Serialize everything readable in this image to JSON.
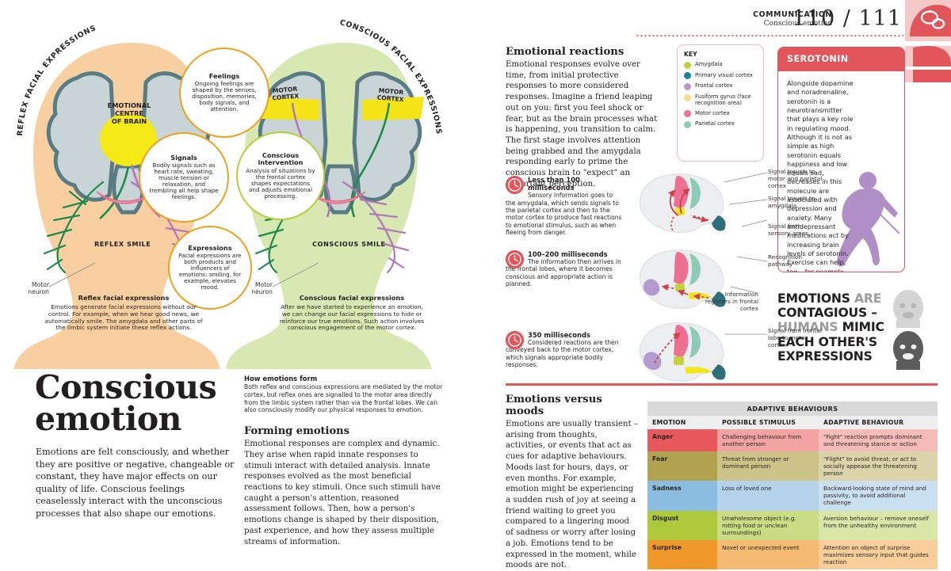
{
  "runhead": {
    "section": "COMMUNICATION",
    "subsection": "Conscious emotion",
    "folio": "110 / 111"
  },
  "left": {
    "arc_labels": {
      "reflex": "REFLEX FACIAL EXPRESSIONS",
      "conscious": "CONSCIOUS FACIAL EXPRESSIONS"
    },
    "brain_center_label": "EMOTIONAL\nCENTRE\nOF BRAIN",
    "brain_center_lines": [
      "EMOTIONAL",
      "CENTRE",
      "OF BRAIN"
    ],
    "motor_cortex_label": "MOTOR\nCORTEX",
    "motor_cortex_lines": [
      "MOTOR",
      "CORTEX"
    ],
    "reflex_smile": "REFLEX SMILE",
    "conscious_smile": "CONSCIOUS SMILE",
    "motor_neuron_label": "Motor\nneuron",
    "motor_neuron_lines": [
      "Motor",
      "neuron"
    ],
    "bubbles": [
      {
        "title": "Feelings",
        "body": "Ongoing feelings are shaped by the senses, disposition, memories, body signals, and attention."
      },
      {
        "title": "Signals",
        "body": "Bodily signals such as heart rate, sweating, muscle tension or relaxation, and trembling all help shape feelings."
      },
      {
        "title": "Expressions",
        "body": "Facial expressions are both products and influencers of emotions: smiling, for example, elevates mood."
      },
      {
        "title": "Conscious intervention",
        "body": "Analysis of situations by the frontal cortex shapes expectations and adjusts emotional processing."
      }
    ],
    "captions": [
      {
        "title": "Reflex facial expressions",
        "body": "Emotions generate facial expressions without our control. For example, when we hear good news, we automatically smile. The amygdala and other parts of the limbic system initiate these reflex actions."
      },
      {
        "title": "Conscious facial expressions",
        "body": "After we have started to experience an emotion, we can change our facial expressions to hide or reinforce our true emotions. Such action involves conscious engagement of the motor cortex."
      }
    ],
    "title_line1": "Conscious",
    "title_line2": "emotion",
    "standfirst": "Emotions are felt consciously, and whether they are positive or negative, changeable or constant, they have major effects on our quality of life. Conscious feelings ceaselessly interact with the unconscious processes that also shape our emotions.",
    "how_heading": "How emotions form",
    "how_body": "Both reflex and conscious expressions are mediated by the motor cortex, but reflex ones are signalled to the motor area directly from the limbic system rather than via the frontal lobes. We can also consciously modify our physical responses to emotion.",
    "forming_heading": "Forming emotions",
    "forming_body": "Emotional responses are complex and dynamic. They arise when rapid innate responses to stimuli interact with detailed analysis. Innate responses evolved as the most beneficial reactions to key stimuli. Once such stimuli have caught a person's attention, reasoned assessment follows. Then, how a person's emotions change is shaped by their disposition, past experience, and how they assess multiple streams of information."
  },
  "right": {
    "reactions_heading": "Emotional reactions",
    "reactions_body": "Emotional responses evolve over time, from initial protective responses to more considered responses. Imagine a friend leaping out on you: first you feel shock or fear, but as the brain processes what is happening, you transition to calm. The first stage involves attention being grabbed and the amygdala responding early to prime the conscious brain to \"expect\" an important perception.",
    "key": {
      "title": "KEY",
      "items": [
        {
          "label": "Amygdala",
          "color": "#c5d03f"
        },
        {
          "label": "Primary visual cortex",
          "color": "#16879b"
        },
        {
          "label": "Frontal cortex",
          "color": "#b39bd0"
        },
        {
          "label": "Fusiform gyrus (face recognition area)",
          "color": "#fadb8e"
        },
        {
          "label": "Motor cortex",
          "color": "#ef6f92"
        },
        {
          "label": "Parietal cortex",
          "color": "#8ecbb4"
        }
      ]
    },
    "serotonin": {
      "heading": "SEROTONIN",
      "body": "Alongside dopamine and noradrenaline, serotonin is a neurotransmitter that plays a key role in regulating mood. Although it is not as simple as high serotonin equals happiness and low equals sad, decreases in this molecule are associated with depression and anxiety. Many antidepressant medications act by increasing brain levels of serotonin. Exercise can help, too – for example, taking a brisk walk or dancing can raise serotonin levels.",
      "accent": "#e2555a",
      "figure_color": "#b08fc7"
    },
    "contagious": {
      "word1": "EMOTIONS",
      "word2": "ARE",
      "word3": "CONTAGIOUS –",
      "word4": "HUMANS",
      "word5": "MIMIC",
      "word6": "EACH OTHER'S",
      "word7": "EXPRESSIONS"
    },
    "timings": [
      {
        "title": "Less than 100 milliseconds",
        "body": "Sensory information goes to the amygdala, which sends signals to the parietal cortex and then to the motor cortex to produce fast reactions to emotional stimulus, such as when fleeing from danger.",
        "leads": [
          "Signal travels to motor and parietal cortex",
          "Signal travels to amygdala",
          "Signal from sensory areas"
        ]
      },
      {
        "title": "100–200 milliseconds",
        "body": "The information then arrives in the frontal lobes, where it becomes conscious and appropriate action is planned.",
        "leads": [
          "Recognition pathway",
          "Information registers in frontal cortex"
        ]
      },
      {
        "title": "350 milliseconds",
        "body": "Considered reactions are then conveyed back to the motor cortex, which signals appropriate bodily responses.",
        "leads": [
          "Signal from frontal lobe to motor cortex"
        ]
      }
    ],
    "moods_heading": "Emotions versus moods",
    "moods_body": "Emotions are usually transient – arising from thoughts, activities, or events that act as cues for adaptive behaviours. Moods last for hours, days, or even months. For example, emotion might be experiencing a sudden rush of joy at seeing a friend waiting to greet you compared to a lingering mood of sadness or worry after losing a job. Emotions tend to be expressed in the moment, while moods are not.",
    "table": {
      "title": "ADAPTIVE BEHAVIOURS",
      "columns": [
        "EMOTION",
        "POSSIBLE STIMULUS",
        "ADAPTIVE BEHAVIOUR"
      ],
      "rows": [
        {
          "emotion": "Anger",
          "stimulus": "Challenging behaviour from another person",
          "behaviour": "\"Fight\" reaction prompts dominant and threatening stance or action",
          "c1": "#e8595d",
          "c2": "#f2a3a2",
          "c3": "#f6bcba"
        },
        {
          "emotion": "Fear",
          "stimulus": "Threat from stronger or dominant person",
          "behaviour": "\"Flight\" to avoid threat; or act to socially appease the threatening person",
          "c1": "#b0a24f",
          "c2": "#cdc288",
          "c3": "#dbd3a9"
        },
        {
          "emotion": "Sadness",
          "stimulus": "Loss of loved one",
          "behaviour": "Backward-looking state of mind and passivity, to avoid additional challenge",
          "c1": "#8bbde0",
          "c2": "#b4d2e9",
          "c3": "#cadff0"
        },
        {
          "emotion": "Disgust",
          "stimulus": "Unwholesome object (e.g. rotting food or unclean surroundings)",
          "behaviour": "Aversion behaviour – remove oneself from the unhealthy environment",
          "c1": "#aec93c",
          "c2": "#cbdc84",
          "c3": "#d9e6a8"
        },
        {
          "emotion": "Surprise",
          "stimulus": "Novel or unexpected event",
          "behaviour": "Attention on object of surprise maximizes sensory input that guides reaction",
          "c1": "#f0982a",
          "c2": "#f5bb72",
          "c3": "#f8cf9b"
        }
      ]
    }
  }
}
